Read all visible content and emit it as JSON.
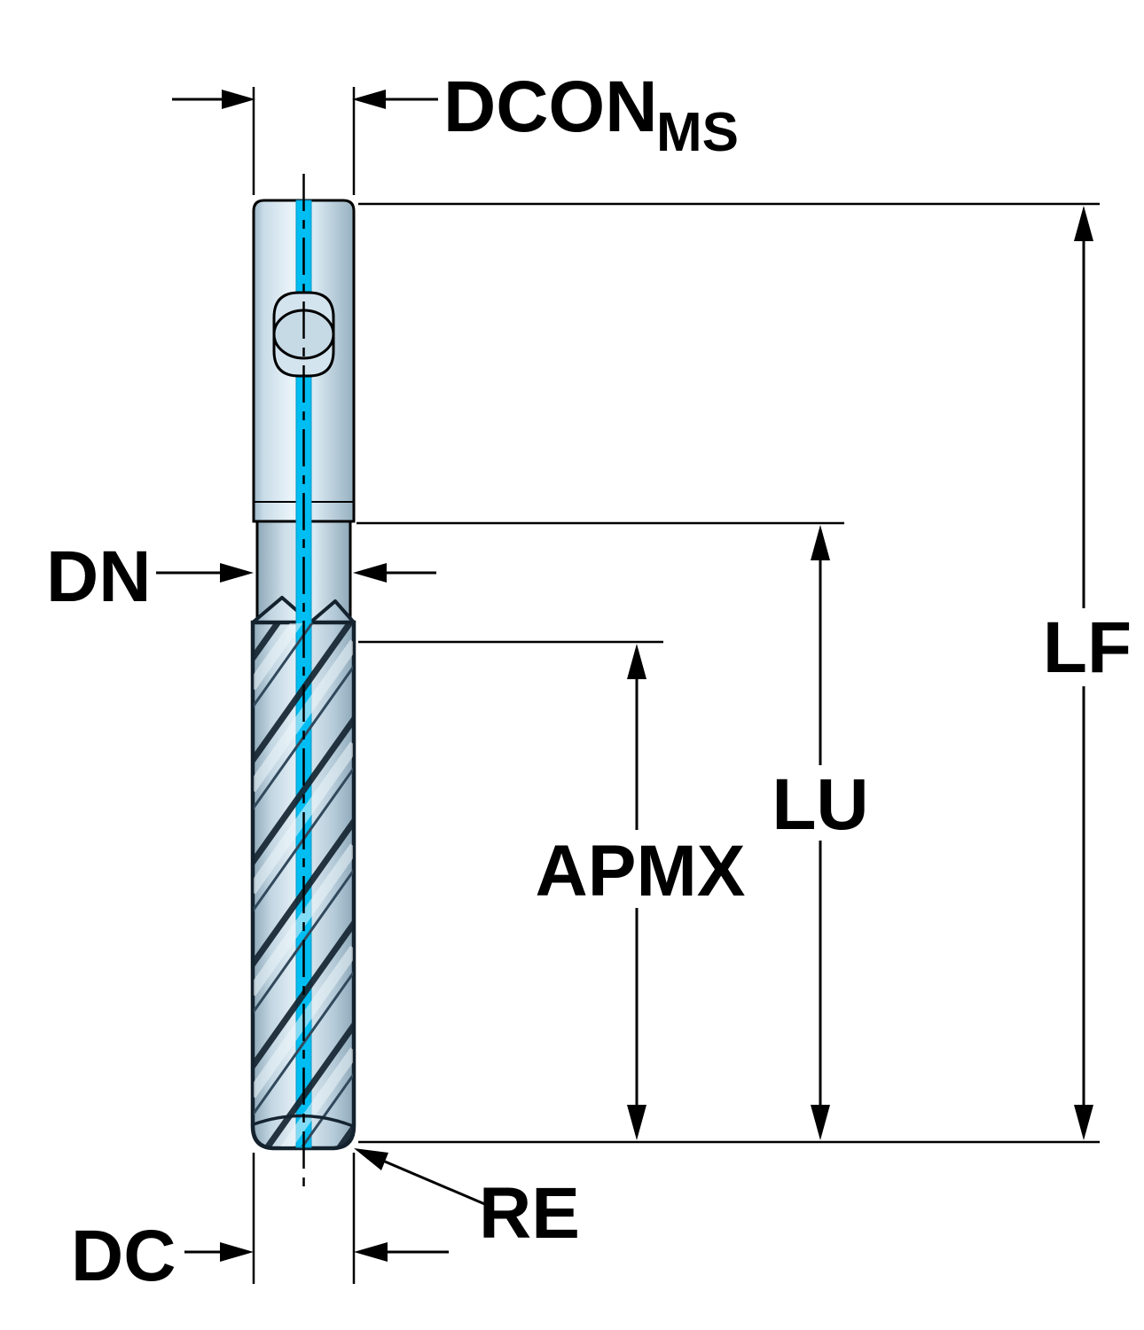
{
  "drawing": {
    "labels": {
      "dcon": {
        "text": "DCON",
        "subscript": "MS"
      },
      "dn": "DN",
      "lf": "LF",
      "lu": "LU",
      "apmx": "APMX",
      "dc": "DC",
      "re": "RE"
    },
    "colors": {
      "coolant": "#00bdf2",
      "body_light": "#eaf4f9",
      "body_dark": "#9db7c7",
      "flute_outline": "#14222e",
      "line": "#000000"
    }
  }
}
